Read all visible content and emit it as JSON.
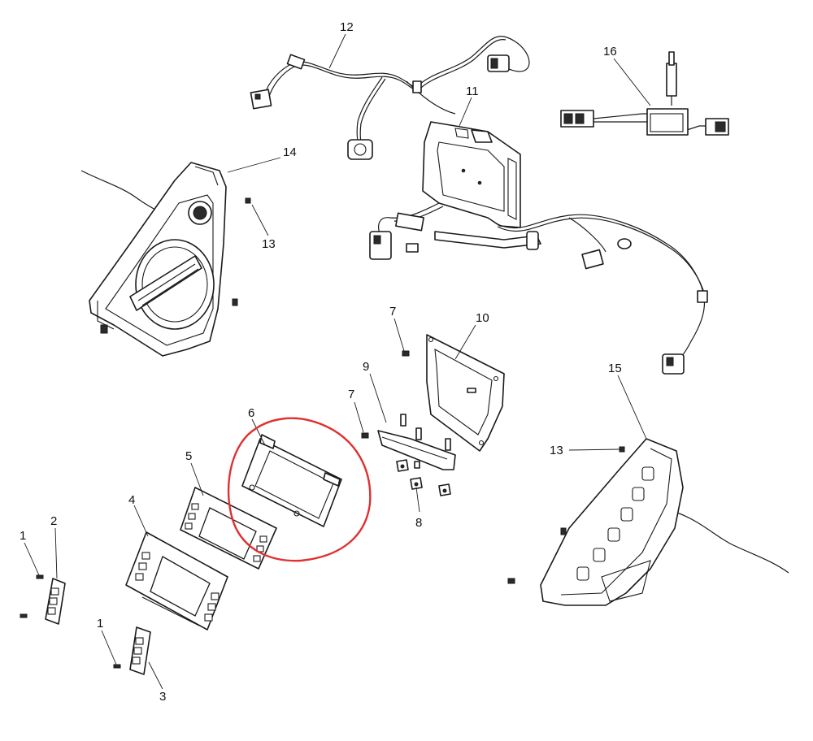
{
  "callouts": [
    {
      "id": "c1a",
      "label": "1"
    },
    {
      "id": "c1b",
      "label": "1"
    },
    {
      "id": "c2",
      "label": "2"
    },
    {
      "id": "c3",
      "label": "3"
    },
    {
      "id": "c4",
      "label": "4"
    },
    {
      "id": "c5",
      "label": "5"
    },
    {
      "id": "c6",
      "label": "6"
    },
    {
      "id": "c7a",
      "label": "7"
    },
    {
      "id": "c7b",
      "label": "7"
    },
    {
      "id": "c8",
      "label": "8"
    },
    {
      "id": "c9",
      "label": "9"
    },
    {
      "id": "c10",
      "label": "10"
    },
    {
      "id": "c11",
      "label": "11"
    },
    {
      "id": "c12",
      "label": "12"
    },
    {
      "id": "c13a",
      "label": "13"
    },
    {
      "id": "c13b",
      "label": "13"
    },
    {
      "id": "c14",
      "label": "14"
    },
    {
      "id": "c15",
      "label": "15"
    },
    {
      "id": "c16",
      "label": "16"
    }
  ],
  "highlight": {
    "part": "6",
    "color": "#e03030"
  },
  "colors": {
    "line": "#1a1a1a",
    "background": "#ffffff"
  }
}
